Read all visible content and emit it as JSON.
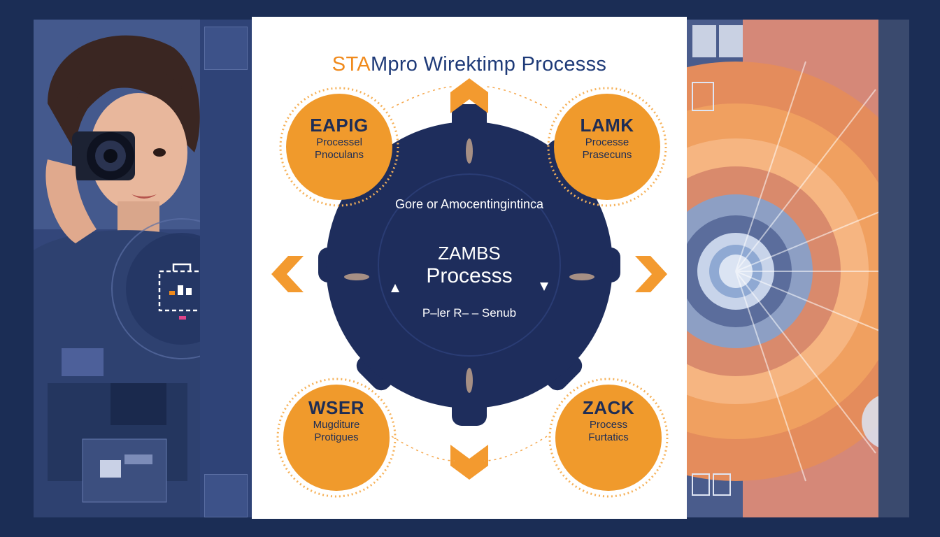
{
  "title": {
    "accent": "STA",
    "rest": "Mpro Wirektimp Processs"
  },
  "center": {
    "ring_top": "Gore or Amocentingintinca",
    "line1": "ZAMBS",
    "line2": "Processs",
    "ring_bottom": "P–ler R– – Senub"
  },
  "nodes": [
    {
      "id": "top-left",
      "title": "EAPIG",
      "lines": [
        "Processel",
        "Pnoculans"
      ]
    },
    {
      "id": "top-right",
      "title": "LAMK",
      "lines": [
        "Processe",
        "Prasecuns"
      ]
    },
    {
      "id": "bottom-left",
      "title": "WSER",
      "lines": [
        "Mugditure",
        "Protigues"
      ]
    },
    {
      "id": "bottom-right",
      "title": "ZACK",
      "lines": [
        "Process",
        "Furtatics"
      ]
    }
  ],
  "colors": {
    "background": "#1b2d55",
    "card": "#ffffff",
    "gear": "#1e2d5c",
    "node": "#f09a2c",
    "accent": "#f08a1c",
    "title": "#1e3a78"
  },
  "icons": {
    "gear": "gear-icon",
    "arrows": "chevron-arrow-icon",
    "lock_icon": "padlock-icon"
  }
}
